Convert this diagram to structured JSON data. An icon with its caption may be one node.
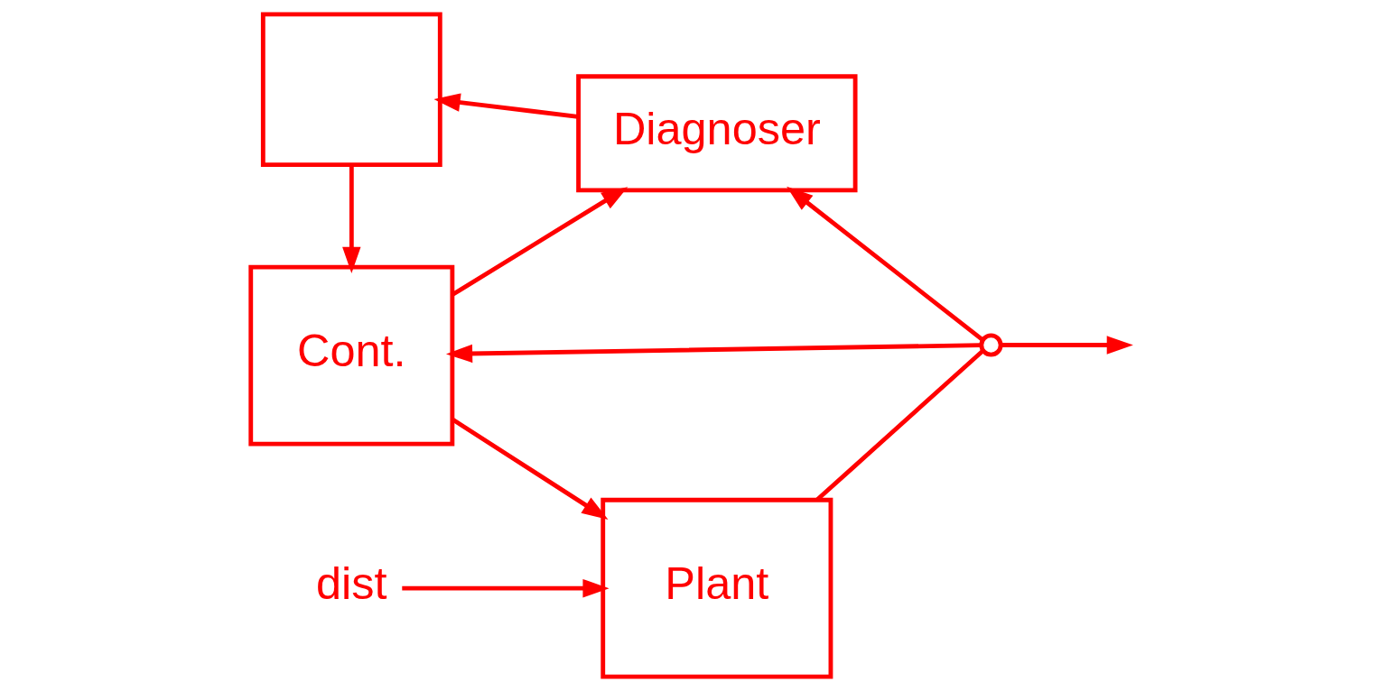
{
  "diagram": {
    "nodes": [
      {
        "text": [],
        "shape": "box"
      },
      {
        "text": [
          "Diagnoser"
        ]
      },
      {
        "text": [
          "Cont."
        ]
      },
      {
        "text": [
          "Plant"
        ]
      },
      {
        "text": [
          "dist"
        ]
      },
      {
        "text": [],
        "shape": "circle"
      }
    ],
    "edges": [
      {
        "from": 1,
        "to": 0,
        "arrow": "to"
      },
      {
        "from": 0,
        "to": 2,
        "arrow": "to"
      },
      {
        "from": 2,
        "to": 3,
        "arrow": "to"
      },
      {
        "from": 2,
        "to": 1,
        "arrow": "to"
      },
      {
        "from": 4,
        "to": 3,
        "arrow": "to"
      },
      {
        "from": 3,
        "to": 5,
        "arrow": "none"
      },
      {
        "from": 5,
        "to": null,
        "arrow": "to"
      },
      {
        "from": 5,
        "to": 1,
        "arrow": "to"
      },
      {
        "from": 5,
        "to": 2,
        "arrow": "to"
      }
    ]
  }
}
